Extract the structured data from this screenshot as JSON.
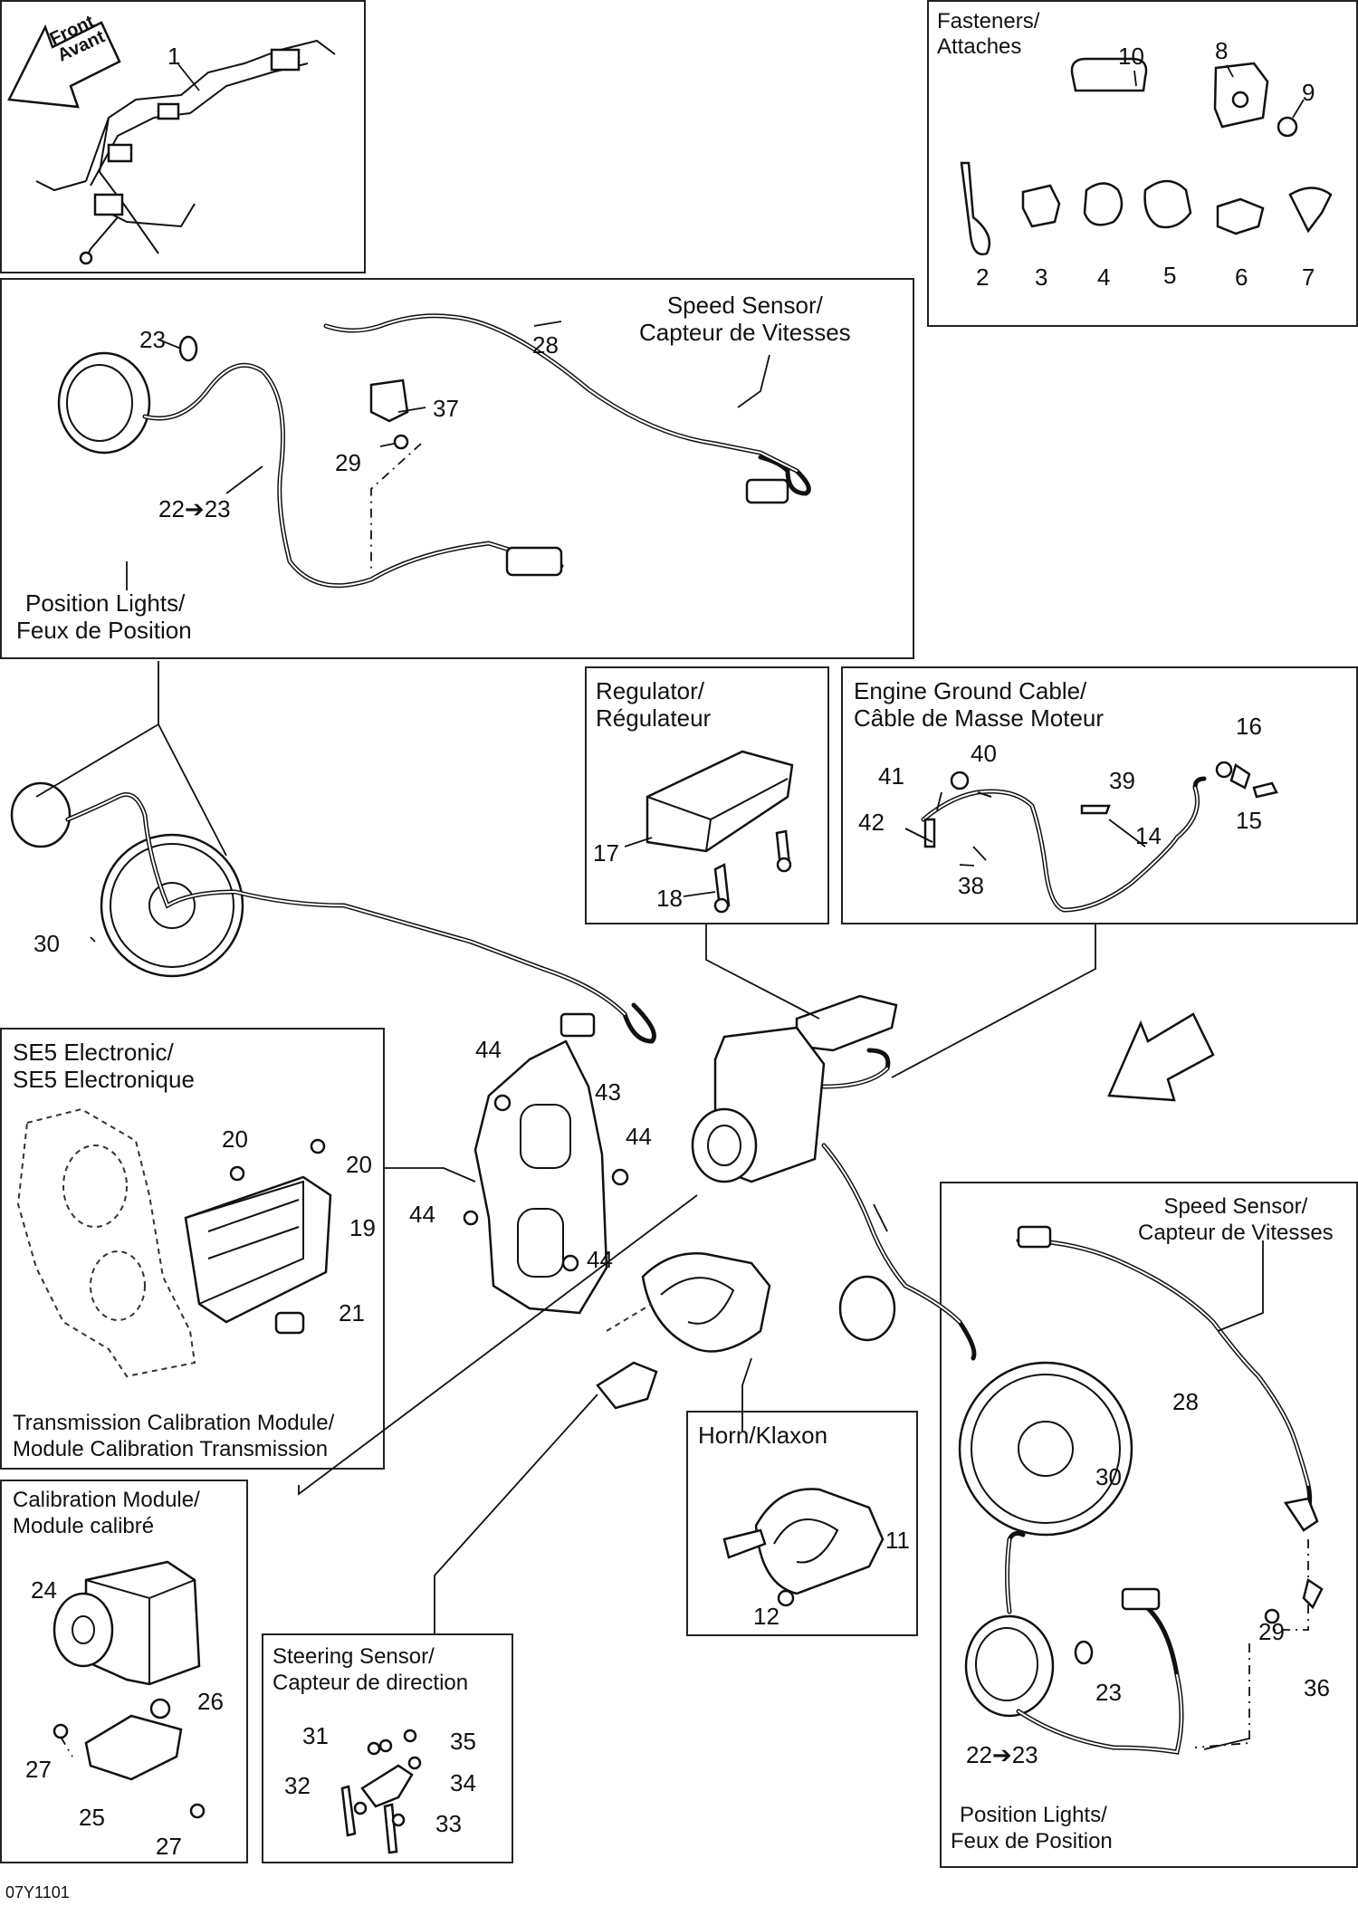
{
  "doc_code": "07Y1101",
  "front_arrow": {
    "line1": "Front",
    "line2": "Avant"
  },
  "panels": {
    "harness": {
      "item": "1"
    },
    "fasteners": {
      "title1": "Fasteners/",
      "title2": "Attaches",
      "items": [
        "2",
        "3",
        "4",
        "5",
        "6",
        "7",
        "8",
        "9",
        "10"
      ]
    },
    "front_lights": {
      "speed_sensor1": "Speed Sensor/",
      "speed_sensor2": "Capteur de Vitesses",
      "position1": "Position Lights/",
      "position2": "Feux de Position",
      "n23": "23",
      "n28": "28",
      "n37": "37",
      "n29": "29",
      "n22_23": "22➔23"
    },
    "regulator": {
      "title1": "Regulator/",
      "title2": "Régulateur",
      "n17": "17",
      "n18": "18"
    },
    "ground": {
      "title1": "Engine Ground Cable/",
      "title2": "Câble de Masse Moteur",
      "n16": "16",
      "n40": "40",
      "n41": "41",
      "n39": "39",
      "n15": "15",
      "n42": "42",
      "n14": "14",
      "n38": "38"
    },
    "se5": {
      "title1": "SE5 Electronic/",
      "title2": "SE5 Electronique",
      "foot1": "Transmission Calibration Module/",
      "foot2": "Module Calibration Transmission",
      "n20a": "20",
      "n20b": "20",
      "n19": "19",
      "n21": "21"
    },
    "bracket": {
      "n44a": "44",
      "n43": "43",
      "n44b": "44",
      "n44c": "44",
      "n44d": "44"
    },
    "center": {
      "n30": "30"
    },
    "horn": {
      "title": "Horn/Klaxon",
      "n11": "11",
      "n12": "12"
    },
    "calibration": {
      "title1": "Calibration Module/",
      "title2": "Module calibré",
      "n24": "24",
      "n26": "26",
      "n27a": "27",
      "n25": "25",
      "n27b": "27"
    },
    "steering": {
      "title1": "Steering Sensor/",
      "title2": "Capteur de direction",
      "n31": "31",
      "n35": "35",
      "n34": "34",
      "n32": "32",
      "n33": "33"
    },
    "rear_lights": {
      "speed_sensor1": "Speed Sensor/",
      "speed_sensor2": "Capteur de Vitesses",
      "position1": "Position Lights/",
      "position2": "Feux de Position",
      "n28": "28",
      "n30": "30",
      "n29": "29",
      "n36": "36",
      "n23": "23",
      "n22_23": "22➔23"
    }
  }
}
